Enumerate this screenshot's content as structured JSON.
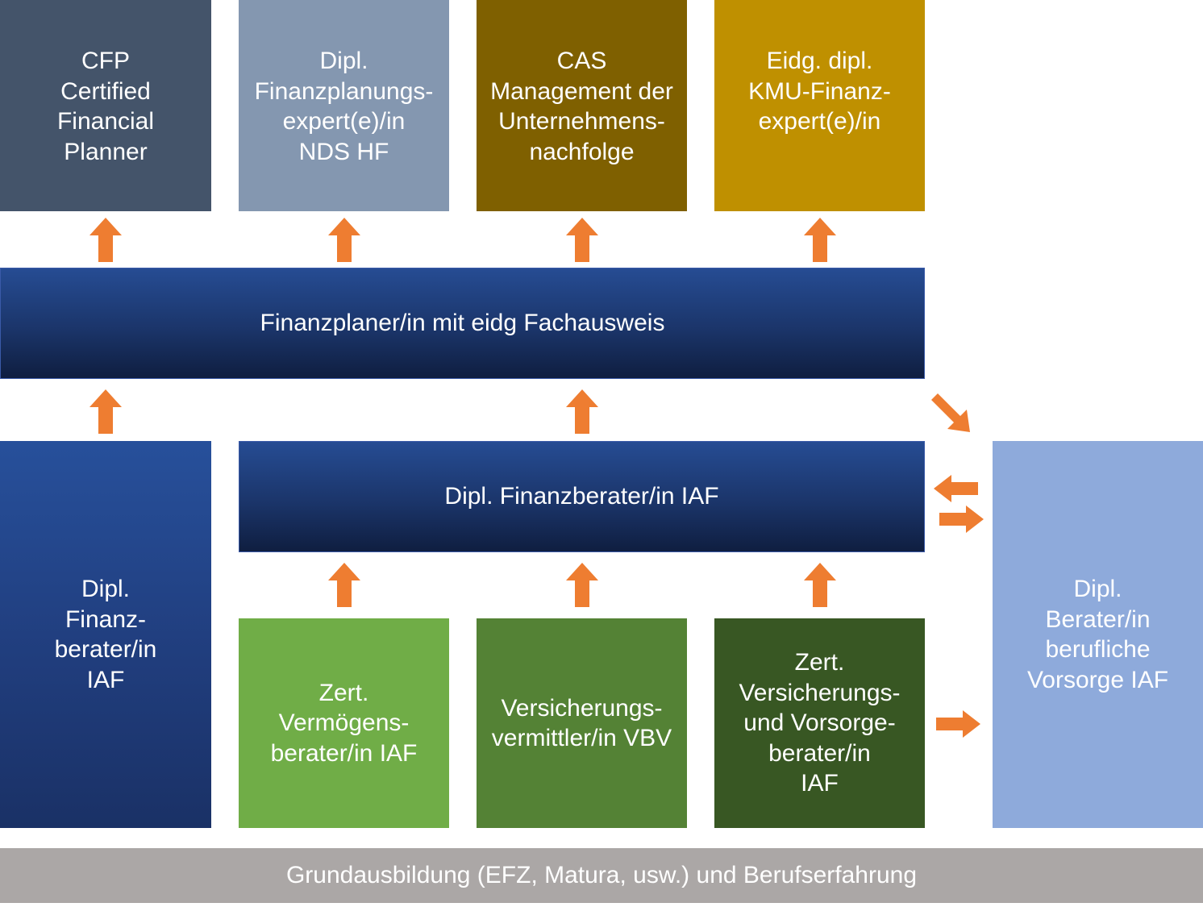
{
  "top_row": {
    "cfp": {
      "text": "CFP\nCertified\nFinancial\nPlanner",
      "color": "#44546a"
    },
    "finanzplanungsexperte": {
      "text": "Dipl.\nFinanzplanungs-\nexpert(e)/in\nNDS HF",
      "color": "#8497b0"
    },
    "cas": {
      "text": "CAS\nManagement der\nUnternehmens-\nnachfolge",
      "color": "#7f6000"
    },
    "kmu": {
      "text": "Eidg. dipl.\nKMU-Finanz-\nexpert(e)/in",
      "color": "#bf9000"
    }
  },
  "middle": {
    "finanzplaner": {
      "text": "Finanzplaner/in mit eidg Fachausweis",
      "color": "#1b356a"
    },
    "finanzberater_wide": {
      "text": "Dipl. Finanzberater/in IAF",
      "color": "#1f3f80"
    }
  },
  "lower": {
    "finanzberater_tall": {
      "text": "Dipl.\nFinanz-\nberater/in\nIAF",
      "color": "#213f80"
    },
    "vermoegensberater": {
      "text": "Zert.\nVermögens-\nberater/in IAF",
      "color": "#70ad47"
    },
    "versicherungsvermittler": {
      "text": "Versicherungs-\nvermittler/in VBV",
      "color": "#548235"
    },
    "vorsorgeberater": {
      "text": "Zert.\nVersicherungs-\nund Vorsorge-\nberater/in\nIAF",
      "color": "#385723"
    },
    "berufliche_vorsorge": {
      "text": "Dipl.\nBerater/in\nberufliche\nVorsorge IAF",
      "color": "#8eaadb"
    }
  },
  "base": {
    "text": "Grundausbildung (EFZ, Matura, usw.) und Berufserfahrung",
    "color": "#aba7a6"
  },
  "arrow_color": "#ee7d31",
  "arrow_icon": "arrow-icon"
}
